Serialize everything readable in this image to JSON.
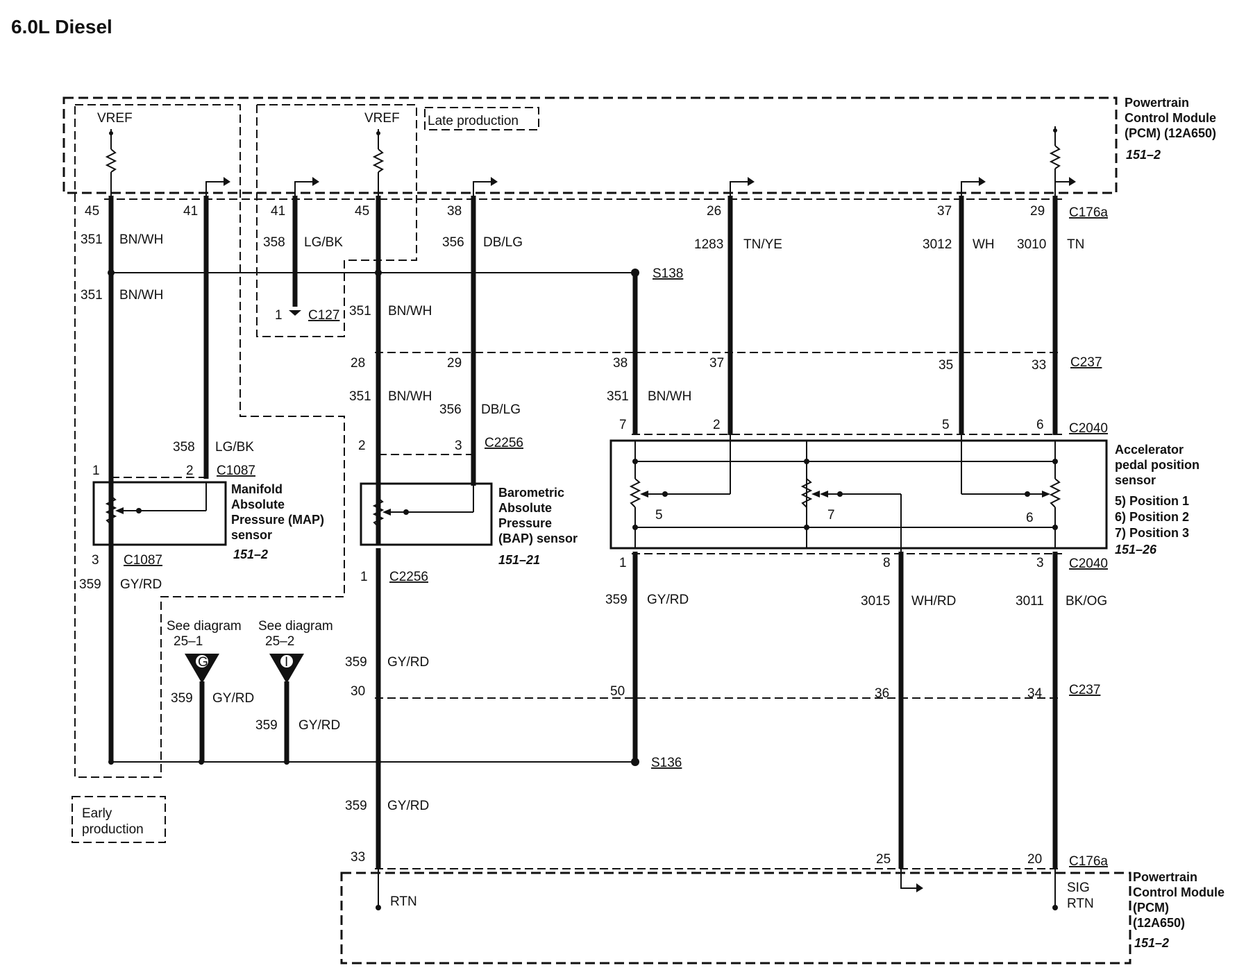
{
  "title": "6.0L Diesel",
  "pcm_top": {
    "name_lines": [
      "Powertrain",
      "Control Module",
      "(PCM) (12A650)"
    ],
    "ref": "151–2"
  },
  "pcm_bottom": {
    "name_lines": [
      "Powertrain",
      "Control Module",
      "(PCM)",
      "(12A650)"
    ],
    "ref": "151–2"
  },
  "vref_label": "VREF",
  "late_production": "Late production",
  "early_production": [
    "Early",
    "production"
  ],
  "connectors": {
    "c176a": "C176a",
    "c237": "C237",
    "c2040": "C2040",
    "c1087": "C1087",
    "c2256": "C2256",
    "c127": "C127",
    "s138": "S138",
    "s136": "S136"
  },
  "map_sensor": {
    "lines": [
      "Manifold",
      "Absolute",
      "Pressure (MAP)",
      "sensor"
    ],
    "ref": "151–2"
  },
  "bap_sensor": {
    "lines": [
      "Barometric",
      "Absolute",
      "Pressure",
      "(BAP) sensor"
    ],
    "ref": "151–21"
  },
  "app_sensor": {
    "lines": [
      "Accelerator",
      "pedal position",
      "sensor"
    ],
    "positions": [
      "5) Position 1",
      "6) Position 2",
      "7) Position 3"
    ],
    "ref": "151–26"
  },
  "see_diagram_1": {
    "lines": [
      "See diagram",
      "25–1"
    ],
    "symbol": "G"
  },
  "see_diagram_2": {
    "lines": [
      "See diagram",
      "25–2"
    ],
    "symbol": "I"
  },
  "rtn": "RTN",
  "sig_rtn": [
    "SIG",
    "RTN"
  ],
  "wires": {
    "w351": "351",
    "bnwh": "BN/WH",
    "w358": "358",
    "lgbk": "LG/BK",
    "w356": "356",
    "dblg": "DB/LG",
    "w1283": "1283",
    "tnye": "TN/YE",
    "w3012": "3012",
    "wh": "WH",
    "w3010": "3010",
    "tn": "TN",
    "w359": "359",
    "gyrd": "GY/RD",
    "w3015": "3015",
    "whrd": "WH/RD",
    "w3011": "3011",
    "bkog": "BK/OG"
  },
  "pins": {
    "p45a": "45",
    "p41a": "41",
    "p41b": "41",
    "p45b": "45",
    "p38a": "38",
    "p26": "26",
    "p37a": "37",
    "p29a": "29",
    "p1c127": "1",
    "p28": "28",
    "p29b": "29",
    "p38b": "38",
    "p37b": "37",
    "p35": "35",
    "p33a": "33",
    "p7a": "7",
    "p2a": "2",
    "p5a": "5",
    "p6a": "6",
    "p2b": "2",
    "p3a": "3",
    "p1a": "1",
    "p2c": "2",
    "p3b": "3",
    "p1b": "1",
    "p5b": "5",
    "p7b": "7",
    "p6b": "6",
    "p1c": "1",
    "p8": "8",
    "p3c": "3",
    "p30": "30",
    "p50": "50",
    "p36": "36",
    "p34": "34",
    "p33b": "33",
    "p25": "25",
    "p20": "20"
  }
}
